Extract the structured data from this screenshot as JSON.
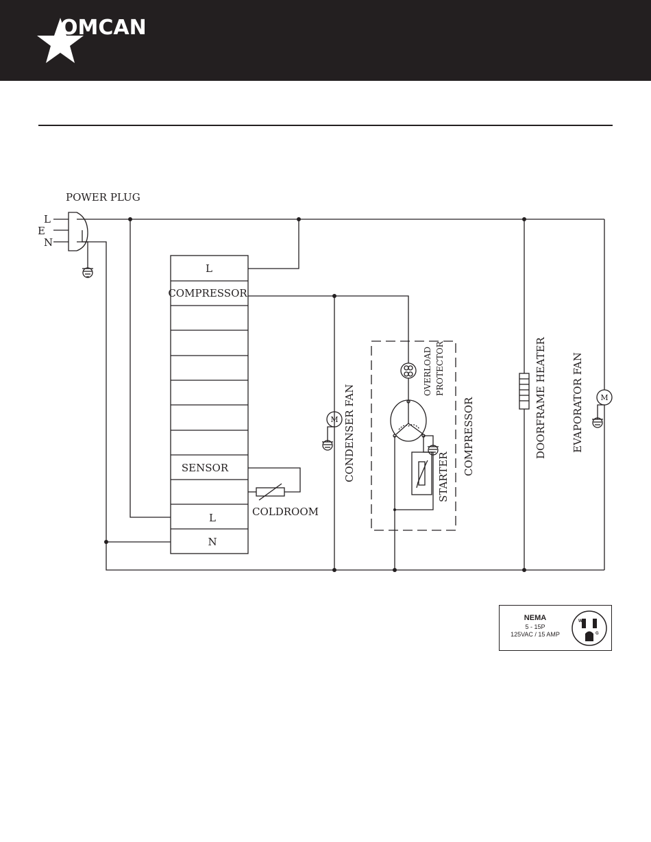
{
  "header": {
    "brand": "OMCAN",
    "background_color": "#231f20",
    "text_color": "#ffffff"
  },
  "diagram": {
    "power_plug": {
      "title": "POWER PLUG",
      "pins": [
        "L",
        "E",
        "N"
      ]
    },
    "controller_terminals": [
      "L",
      "COMPRESSOR",
      "",
      "",
      "",
      "",
      "",
      "",
      "SENSOR",
      "",
      "L",
      "N"
    ],
    "labels": {
      "coldroom": "COLDROOM",
      "condenser_fan": "CONDENSER FAN",
      "overload_line1": "OVERLOAD",
      "overload_line2": "PROTECTOR",
      "starter": "STARTER",
      "compressor": "COMPRESSOR",
      "doorframe_heater": "DOORFRAME HEATER",
      "evaporator_fan": "EVAPORATOR FAN",
      "motor_symbol": "M"
    }
  },
  "nema": {
    "title": "NEMA",
    "model": "5 - 15P",
    "rating": "125VAC / 15 AMP",
    "pin_w": "W",
    "pin_g": "G"
  }
}
